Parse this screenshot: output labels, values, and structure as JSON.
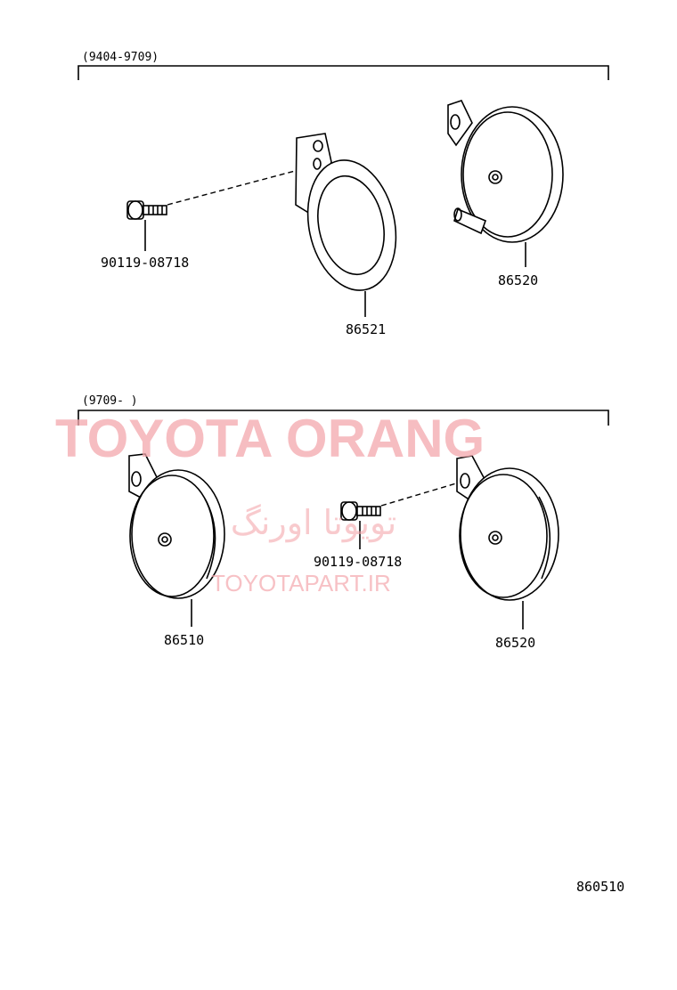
{
  "sections": [
    {
      "range_label": "(9404-9709)"
    },
    {
      "range_label": "(9709-      )"
    }
  ],
  "parts": {
    "bolt_top": "90119-08718",
    "bracket_top": "86521",
    "horn_top_right": "86520",
    "horn_bottom_left": "86510",
    "bolt_bottom": "90119-08718",
    "horn_bottom_right": "86520"
  },
  "figure_number": "860510",
  "watermark": {
    "brand": "TOYOTA ORANG",
    "persian": "تویوتا اورنگ",
    "site": "TOYOTAPART.IR",
    "color": "#f4a7ad"
  }
}
